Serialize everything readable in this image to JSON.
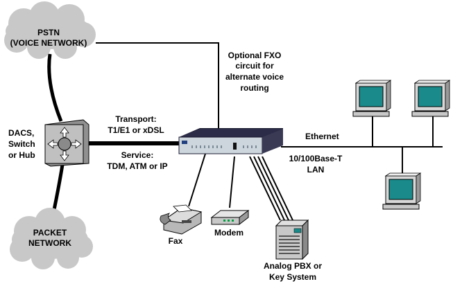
{
  "labels": {
    "pstn": [
      "PSTN",
      "(VOICE NETWORK)"
    ],
    "packet": [
      "PACKET",
      "NETWORK"
    ],
    "dacs": [
      "DACS,",
      "Switch",
      "or Hub"
    ],
    "transport": [
      "Transport:",
      "T1/E1 or xDSL"
    ],
    "service": [
      "Service:",
      "TDM, ATM or IP"
    ],
    "fxo": [
      "Optional FXO",
      "circuit for",
      "alternate voice",
      "routing"
    ],
    "ethernet": "Ethernet",
    "lan": [
      "10/100Base-T",
      "LAN"
    ],
    "fax": "Fax",
    "modem": "Modem",
    "pbx": [
      "Analog PBX or",
      "Key System"
    ]
  },
  "colors": {
    "cloud": "#c8c8c8",
    "line": "#000000",
    "switch": "#c0c0c0",
    "device": "#1a1a30",
    "device_face": "#cdd6dc",
    "monitor_screen": "#1a8a8a",
    "modem_led": "#00a040"
  },
  "icons": {
    "pstn": "cloud-icon",
    "packet": "cloud-icon",
    "dacs": "switch-icon",
    "access_device": "router-icon",
    "fax": "fax-icon",
    "modem": "modem-icon",
    "pbx": "pbx-icon",
    "pc": "computer-icon"
  }
}
